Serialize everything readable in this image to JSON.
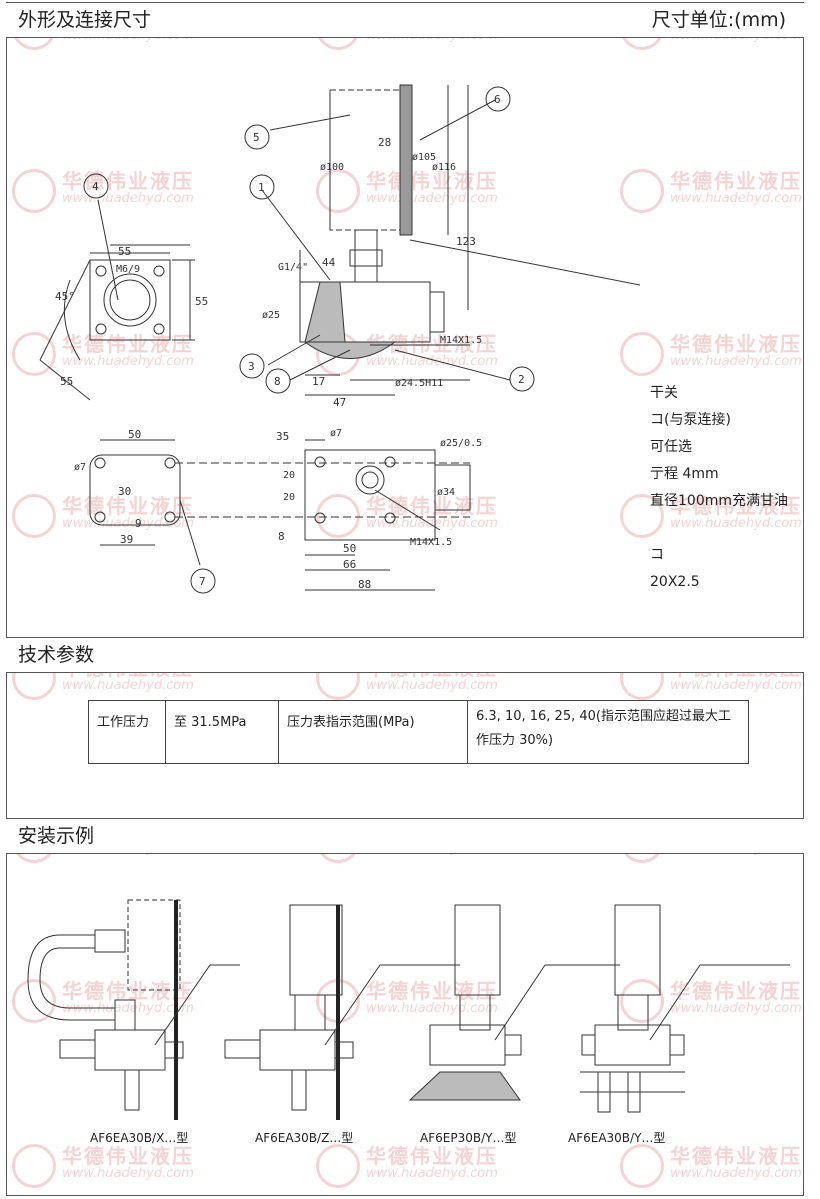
{
  "sections": {
    "dimensions_title": "外形及连接尺寸",
    "unit_label": "尺寸单位:(mm)",
    "tech_title": "技术参数",
    "install_title": "安装示例"
  },
  "watermark": {
    "cn": "华德伟业液压",
    "en": "www.huadehyd.com"
  },
  "drawing": {
    "callouts": [
      "1",
      "2",
      "3",
      "4",
      "5",
      "6",
      "7",
      "8"
    ],
    "dims": {
      "d55a": "55",
      "m69": "M6/9",
      "d55b": "55",
      "ang45": "45°",
      "d55c": "55",
      "g14": "G1/4\"",
      "d44": "44",
      "d25": "ø25",
      "m14a": "M14X1.5",
      "d17": "17",
      "d245": "ø24.5H11",
      "d47": "47",
      "d100": "ø100",
      "d28": "28",
      "d105": "ø105",
      "d116": "ø116",
      "d123": "123",
      "d50a": "50",
      "d7a": "ø7",
      "d30": "30",
      "d9": "9",
      "d39": "39",
      "d35": "35",
      "d7b": "ø7",
      "d25_05": "ø25/0.5",
      "d20a": "20",
      "d20b": "20",
      "d34": "ø34",
      "d8": "8",
      "m14b": "M14X1.5",
      "d50b": "50",
      "d66": "66",
      "d88": "88"
    }
  },
  "notes": [
    "干关",
    "コ(与泵连接)",
    " 可任选",
    "亍程 4mm",
    "直径100mm充满甘油",
    "",
    "コ",
    "20X2.5"
  ],
  "spec_table": {
    "c1": "工作压力",
    "c2": "至 31.5MPa",
    "c3": "压力表指示范围(MPa)",
    "c4": "6.3, 10, 16, 25, 40(指示范围应超过最大工作压力 30%)"
  },
  "examples": [
    "AF6EA30B/X…型",
    "AF6EA30B/Z…型",
    "AF6EP30B/Y…型",
    "AF6EA30B/Y…型"
  ]
}
